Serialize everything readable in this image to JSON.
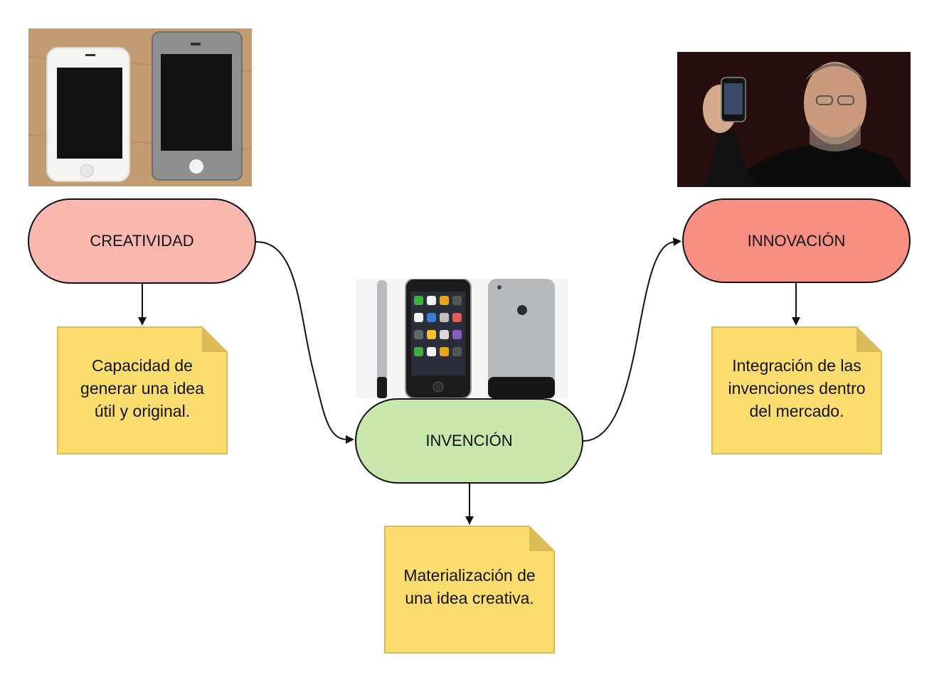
{
  "nodes": {
    "creatividad": {
      "label": "CREATIVIDAD",
      "fill": "#f8b8b0"
    },
    "invencion": {
      "label": "INVENCIÓN",
      "fill": "#c9e6ad"
    },
    "innovacion": {
      "label": "INNOVACIÓN",
      "fill": "#f78f82"
    }
  },
  "notes": {
    "creatividad": [
      "Capacidad de",
      "generar una idea",
      "útil y original."
    ],
    "invencion": [
      "Materialización de",
      "una idea creativa."
    ],
    "innovacion": [
      "Integración de las",
      "invenciones dentro",
      "del mercado."
    ]
  },
  "colors": {
    "note_fill": "#fbdc6e",
    "note_fold": "#d9bc57",
    "note_border": "#d9bc57",
    "edge": "#111111"
  },
  "images": {
    "creatividad": "prototype-phones-photo",
    "invencion": "original-iphone-photo",
    "innovacion": "presenter-holding-phone-photo"
  }
}
